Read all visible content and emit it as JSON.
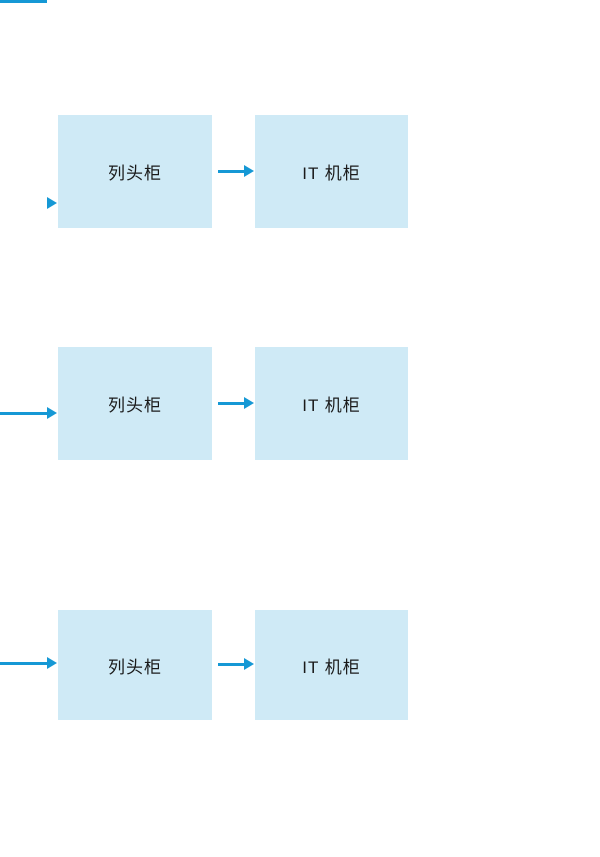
{
  "diagram": {
    "type": "flow-diagram",
    "box_fill_color": "#cfeaf6",
    "arrow_color": "#1598d5",
    "rows": [
      {
        "box1_label": "列头柜",
        "box2_label": "IT 机柜"
      },
      {
        "box1_label": "列头柜",
        "box2_label": "IT 机柜"
      },
      {
        "box1_label": "列头柜",
        "box2_label": "IT 机柜"
      }
    ]
  }
}
